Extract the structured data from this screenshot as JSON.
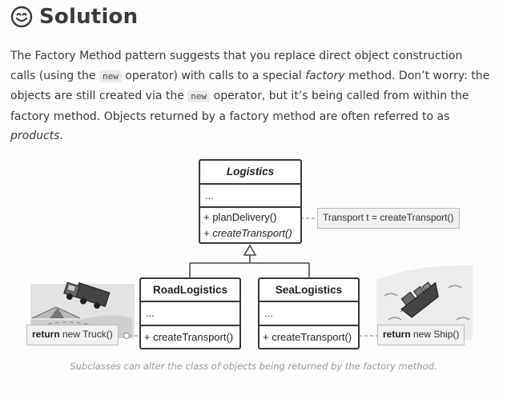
{
  "heading": {
    "title": "Solution",
    "icon": "smile-icon"
  },
  "paragraph": {
    "s1": "The Factory Method pattern suggests that you replace direct object construction calls (using the ",
    "code1": "new",
    "s2": " operator) with calls to a special ",
    "em1": "factory",
    "s3": " method. Don’t worry: the objects are still created via the ",
    "code2": "new",
    "s4": " operator, but it’s being called from within the factory method. Objects returned by a factory method are often referred to as ",
    "em2": "products",
    "s5": "."
  },
  "diagram": {
    "logistics": {
      "title": "Logistics",
      "fields": "...",
      "method1": "+ planDelivery()",
      "method2": "+ createTransport()"
    },
    "road": {
      "title": "RoadLogistics",
      "fields": "...",
      "method": "+ createTransport()"
    },
    "sea": {
      "title": "SeaLogistics",
      "fields": "...",
      "method": "+ createTransport()"
    },
    "note_logistics": "Transport t = createTransport()",
    "note_road": {
      "keyword": "return",
      "rest": " new Truck()"
    },
    "note_sea": {
      "keyword": "return",
      "rest": " new Ship()"
    },
    "caption": "Subclasses can alter the class of objects being returned by the factory method."
  }
}
